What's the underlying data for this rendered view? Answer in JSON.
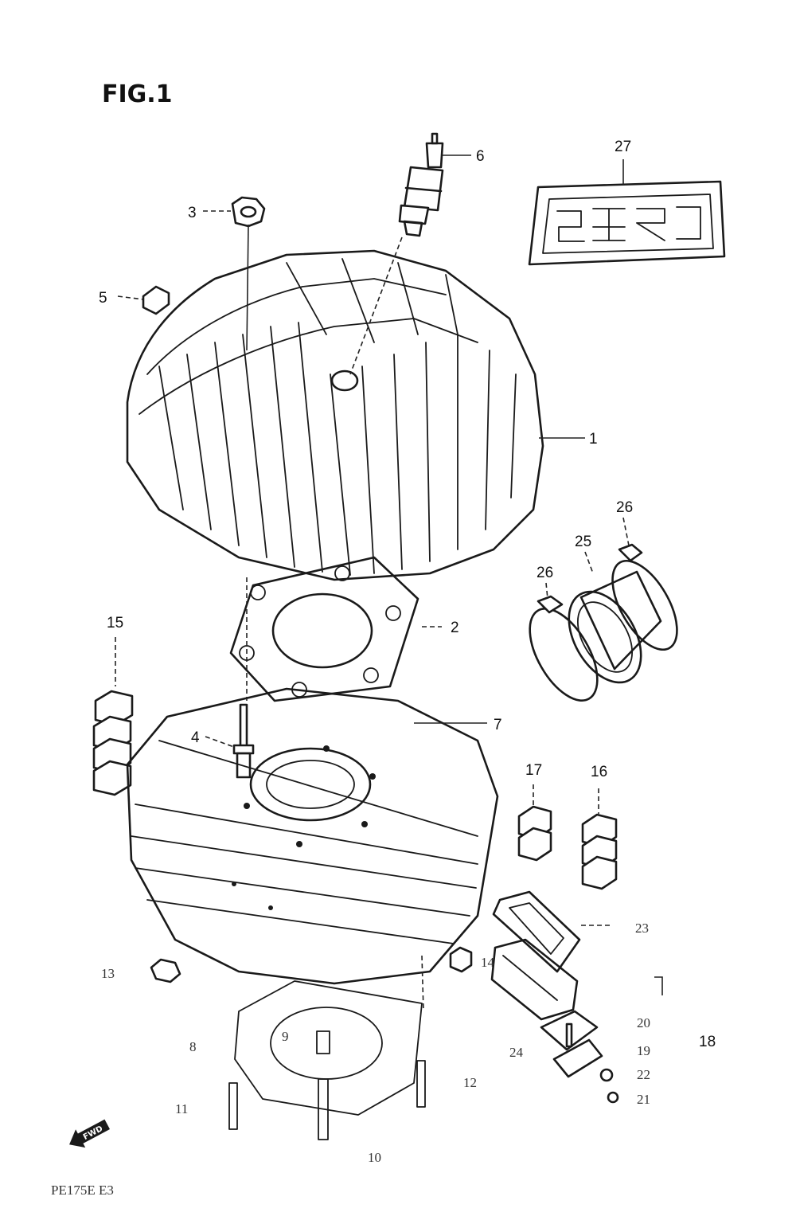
{
  "figure": {
    "title": "FIG.1",
    "reference": "PE175E E3"
  },
  "direction_marker": {
    "label": "FWD",
    "icon": "forward-arrow-icon"
  },
  "callouts": [
    {
      "id": "c1",
      "label": "1"
    },
    {
      "id": "c2",
      "label": "2"
    },
    {
      "id": "c3",
      "label": "3"
    },
    {
      "id": "c4",
      "label": "4"
    },
    {
      "id": "c5",
      "label": "5"
    },
    {
      "id": "c6",
      "label": "6"
    },
    {
      "id": "c7",
      "label": "7"
    },
    {
      "id": "c8",
      "label": "8"
    },
    {
      "id": "c9",
      "label": "9"
    },
    {
      "id": "c10",
      "label": "10"
    },
    {
      "id": "c11",
      "label": "11"
    },
    {
      "id": "c12",
      "label": "12"
    },
    {
      "id": "c13",
      "label": "13"
    },
    {
      "id": "c14",
      "label": "14"
    },
    {
      "id": "c15",
      "label": "15"
    },
    {
      "id": "c16",
      "label": "16"
    },
    {
      "id": "c17",
      "label": "17"
    },
    {
      "id": "c18",
      "label": "18"
    },
    {
      "id": "c19",
      "label": "19"
    },
    {
      "id": "c20",
      "label": "20"
    },
    {
      "id": "c21",
      "label": "21"
    },
    {
      "id": "c22",
      "label": "22"
    },
    {
      "id": "c23",
      "label": "23"
    },
    {
      "id": "c24",
      "label": "24"
    },
    {
      "id": "c25",
      "label": "25"
    },
    {
      "id": "c26a",
      "label": "26"
    },
    {
      "id": "c26b",
      "label": "26"
    },
    {
      "id": "c27",
      "label": "27"
    }
  ]
}
